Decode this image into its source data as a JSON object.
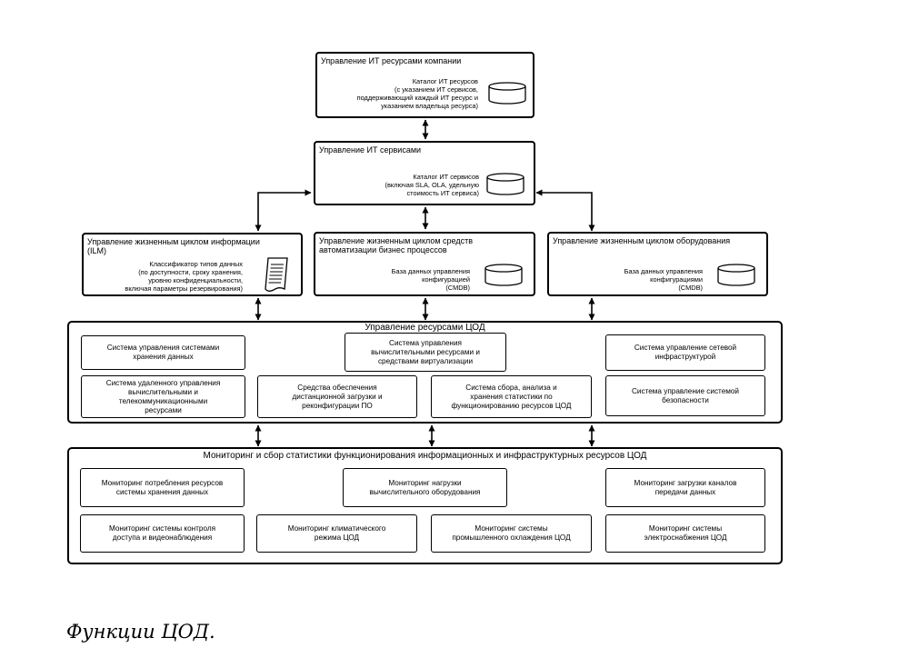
{
  "top": {
    "title": "Управление ИТ ресурсами компании",
    "desc": "Каталог ИТ ресурсов\n(с указанием ИТ сервисов,\nподдерживающий каждый ИТ ресурс и\nуказанием владельца ресурса)",
    "icon": "database-cylinder-icon"
  },
  "services": {
    "title": "Управление ИТ сервисами",
    "desc": "Каталог ИТ сервисов\n(включая SLA, OLA, удельную\nстоимость ИТ сервиса)",
    "icon": "database-cylinder-icon"
  },
  "ilm": {
    "title": "Управление жизненным циклом информации\n(ILM)",
    "desc": "Классификатор типов данных\n(по доступности, сроку хранения,\nуровню конфиденциальности,\nвключая параметры резервирования)",
    "icon": "document-icon"
  },
  "biz": {
    "title": "Управление жизненным циклом средств\nавтоматизации бизнес процессов",
    "desc": "База данных управления\nконфигурацией\n(CMDB)",
    "icon": "database-cylinder-icon"
  },
  "hw": {
    "title": "Управление жизненным циклом оборудования",
    "desc": "База данных управления\nконфигурациями\n(CMDB)",
    "icon": "database-cylinder-icon"
  },
  "resources": {
    "title": "Управление ресурсами ЦОД",
    "items": [
      "Система управления  системами\nхранения данных",
      "Система управления\nвычислительными ресурсами и\nсредствами виртуализации",
      "Система управление  сетевой\nинфраструктурой",
      "Система удаленного управления\nвычислительными и\nтелекоммуникационными\nресурсами",
      "Средства обеспечения\nдистанционной загрузки и\nреконфигурации ПО",
      "Система сбора, анализа и\nхранения статистики по\nфункционированию ресурсов ЦОД",
      "Система управление системой\nбезопасности"
    ]
  },
  "monitoring": {
    "title": "Мониторинг и сбор статистики функционирования информационных и инфраструктурных ресурсов ЦОД",
    "items": [
      "Мониторинг потребления ресурсов\nсистемы хранения данных",
      "Мониторинг нагрузки\nвычислительного оборудования",
      "Мониторинг загрузки каналов\nпередачи данных",
      "Мониторинг системы контроля\nдоступа и видеонаблюдения",
      "Мониторинг климатического\nрежима ЦОД",
      "Мониторинг системы\nпромышленного охлаждения ЦОД",
      "Мониторинг системы\nэлектроснабжения ЦОД"
    ]
  },
  "caption": "Функции ЦОД."
}
